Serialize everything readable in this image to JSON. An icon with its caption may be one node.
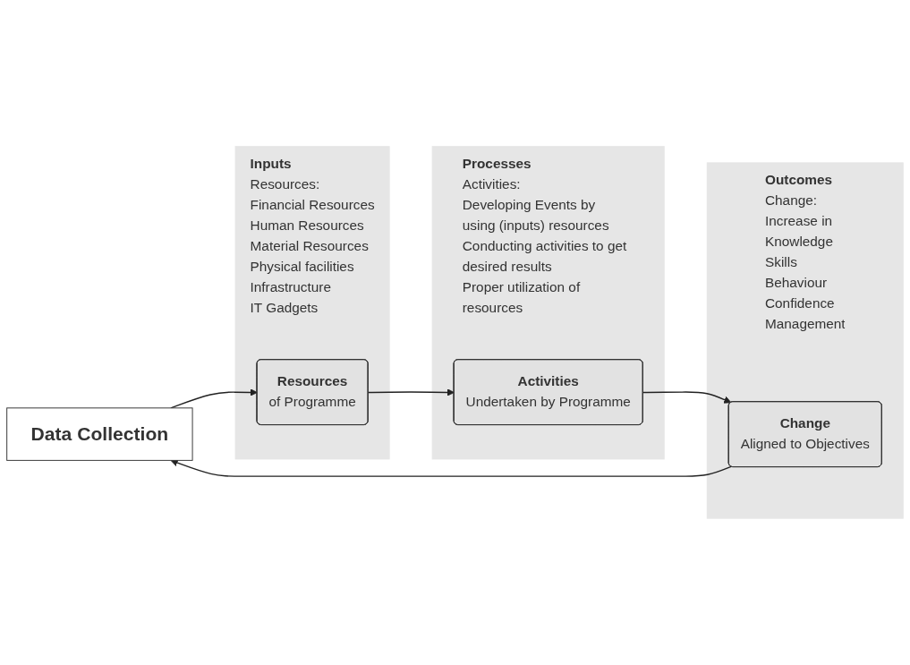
{
  "diagram": {
    "nodes": [
      {
        "text": [
          "Data Collection"
        ]
      },
      {
        "text": [
          "Inputs",
          "Resources:",
          "Financial Resources",
          "Human Resources",
          "Material Resources",
          "Physical facilities",
          "Infrastructure",
          "IT Gadgets"
        ]
      },
      {
        "text": [
          "Resources",
          "of Programme"
        ],
        "in": 1
      },
      {
        "text": [
          "Processes",
          "Activities:",
          "Developing Events by using (inputs) resources",
          "Conducting activities to get desired results",
          "Proper utilization of resources"
        ]
      },
      {
        "text": [
          "Activities",
          "Undertaken by Programme"
        ],
        "in": 3
      },
      {
        "text": [
          "Outcomes",
          "Change:",
          "Increase in",
          "Knowledge",
          "Skills",
          "Behaviour",
          "Confidence",
          "Management"
        ]
      },
      {
        "text": [
          "Change",
          "Aligned to Objectives"
        ],
        "in": 5
      }
    ],
    "edges": [
      {
        "from": 0,
        "to": 2,
        "arrow": "to"
      },
      {
        "from": 2,
        "to": 4,
        "arrow": "to"
      },
      {
        "from": 4,
        "to": 6,
        "arrow": "to"
      },
      {
        "from": 6,
        "to": 0,
        "arrow": "to"
      }
    ]
  }
}
